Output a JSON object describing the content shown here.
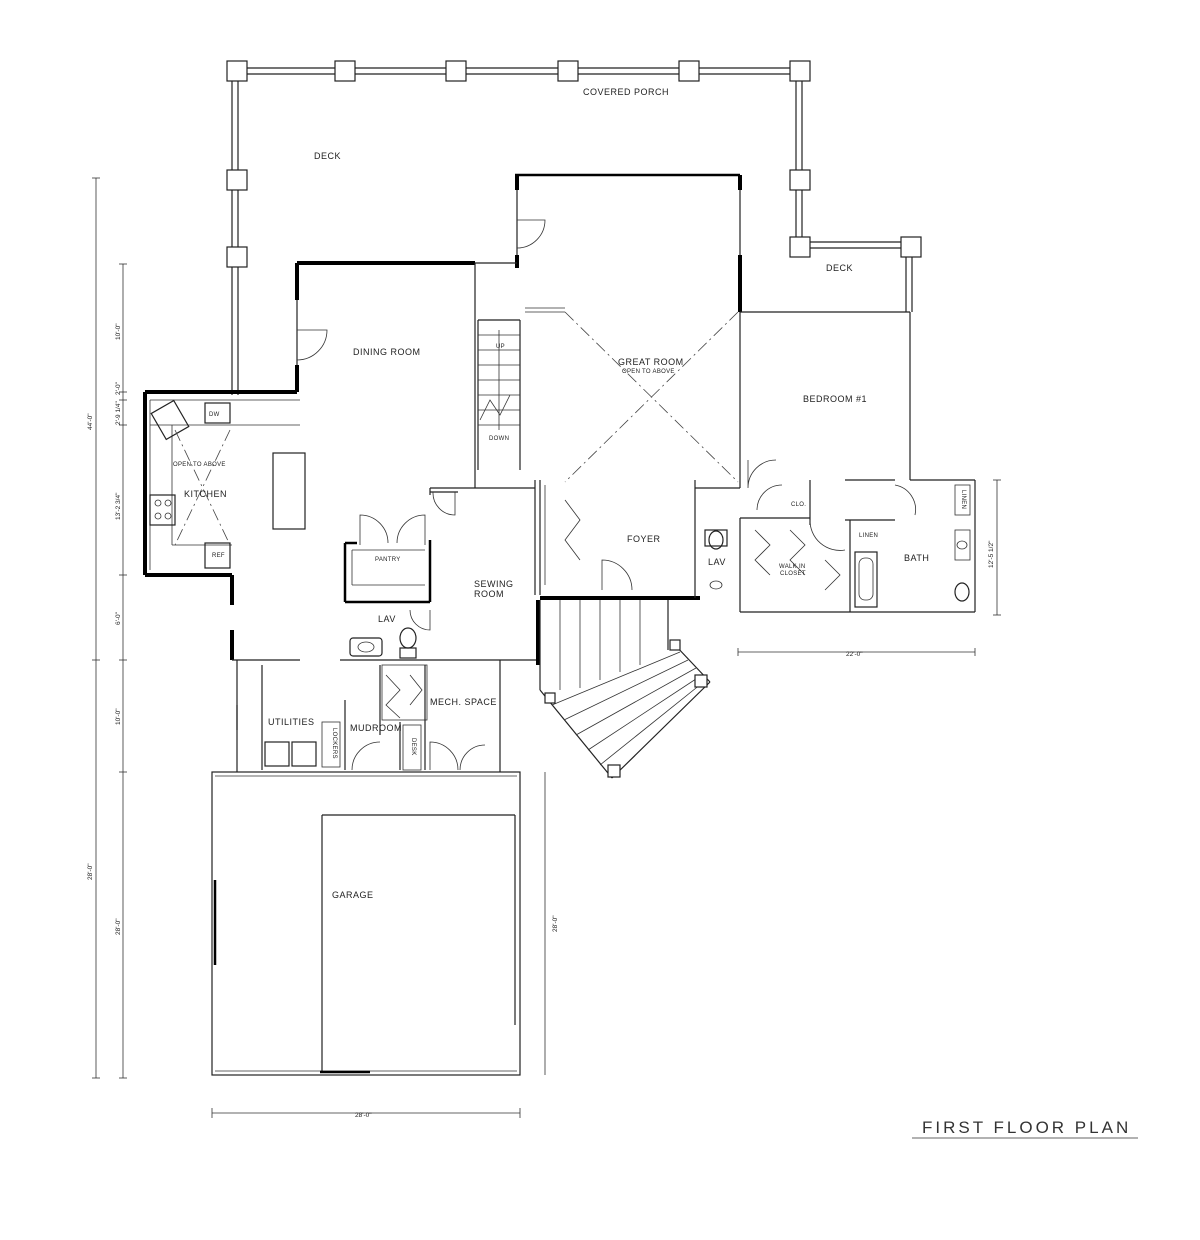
{
  "title": "FIRST FLOOR PLAN",
  "rooms": {
    "covered_porch": "COVERED PORCH",
    "deck_main": "DECK",
    "deck_bedroom": "DECK",
    "dining_room": "DINING ROOM",
    "great_room": "GREAT ROOM",
    "great_room_note": "OPEN TO ABOVE",
    "bedroom_1": "BEDROOM #1",
    "kitchen": "KITCHEN",
    "kitchen_note": "OPEN TO ABOVE",
    "pantry": "PANTRY",
    "sewing_room_1": "SEWING",
    "sewing_room_2": "ROOM",
    "foyer": "FOYER",
    "lav_main": "LAV",
    "lav_foyer": "LAV",
    "bath": "BATH",
    "walk_in_closet_1": "WALK IN",
    "walk_in_closet_2": "CLOSET",
    "closet": "CLO.",
    "linen_1": "LINEN",
    "linen_2": "LINEN",
    "utilities": "UTILITIES",
    "mudroom": "MUDROOM",
    "mech_space": "MECH. SPACE",
    "garage": "GARAGE",
    "lockers": "LOCKERS",
    "desk": "DESK",
    "dw": "DW",
    "ref": "REF",
    "stair_up": "UP",
    "stair_down": "DOWN"
  },
  "dimensions": {
    "overall_depth": "44'-0\"",
    "seg_1": "10'-0\"",
    "seg_2": "2'-9 1/4\"",
    "seg_3": "2'-0\"",
    "seg_4": "13'-2 3/4\"",
    "seg_5": "6'-0\"",
    "garage_left": "28'-0\"",
    "garage_width": "28'-0\"",
    "garage_inner": "28'-0\"",
    "garage_right": "28'-0\"",
    "mud_depth": "10'-0\"",
    "bedroom_wing_width": "22'-0\"",
    "bath_depth": "12'-5 1/2\""
  }
}
